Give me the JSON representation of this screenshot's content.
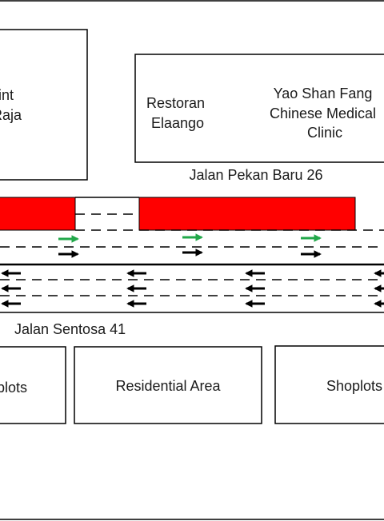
{
  "buildings_top": [
    {
      "id": "left",
      "lines": [
        "oint",
        "Raja"
      ]
    },
    {
      "id": "restoran",
      "lines": [
        "Restoran",
        "Elaango"
      ]
    },
    {
      "id": "clinic",
      "lines": [
        "Yao Shan Fang",
        "Chinese Medical",
        "Clinic"
      ]
    }
  ],
  "buildings_bottom": [
    {
      "id": "left",
      "lines": [
        "oplots"
      ]
    },
    {
      "id": "residential",
      "lines": [
        "Residential Area"
      ]
    },
    {
      "id": "right",
      "lines": [
        "Shoplots"
      ]
    }
  ],
  "roads": {
    "upper": "Jalan Pekan Baru 26",
    "lower": "Jalan Sentosa 41"
  },
  "colors": {
    "parking": "#ff0000",
    "green_arrow": "#22a84a",
    "black_arrow": "#000000"
  },
  "icons": {
    "green_arrow": "arrow-right-icon",
    "black_right_arrow": "arrow-right-icon",
    "black_left_arrow": "arrow-left-icon"
  }
}
